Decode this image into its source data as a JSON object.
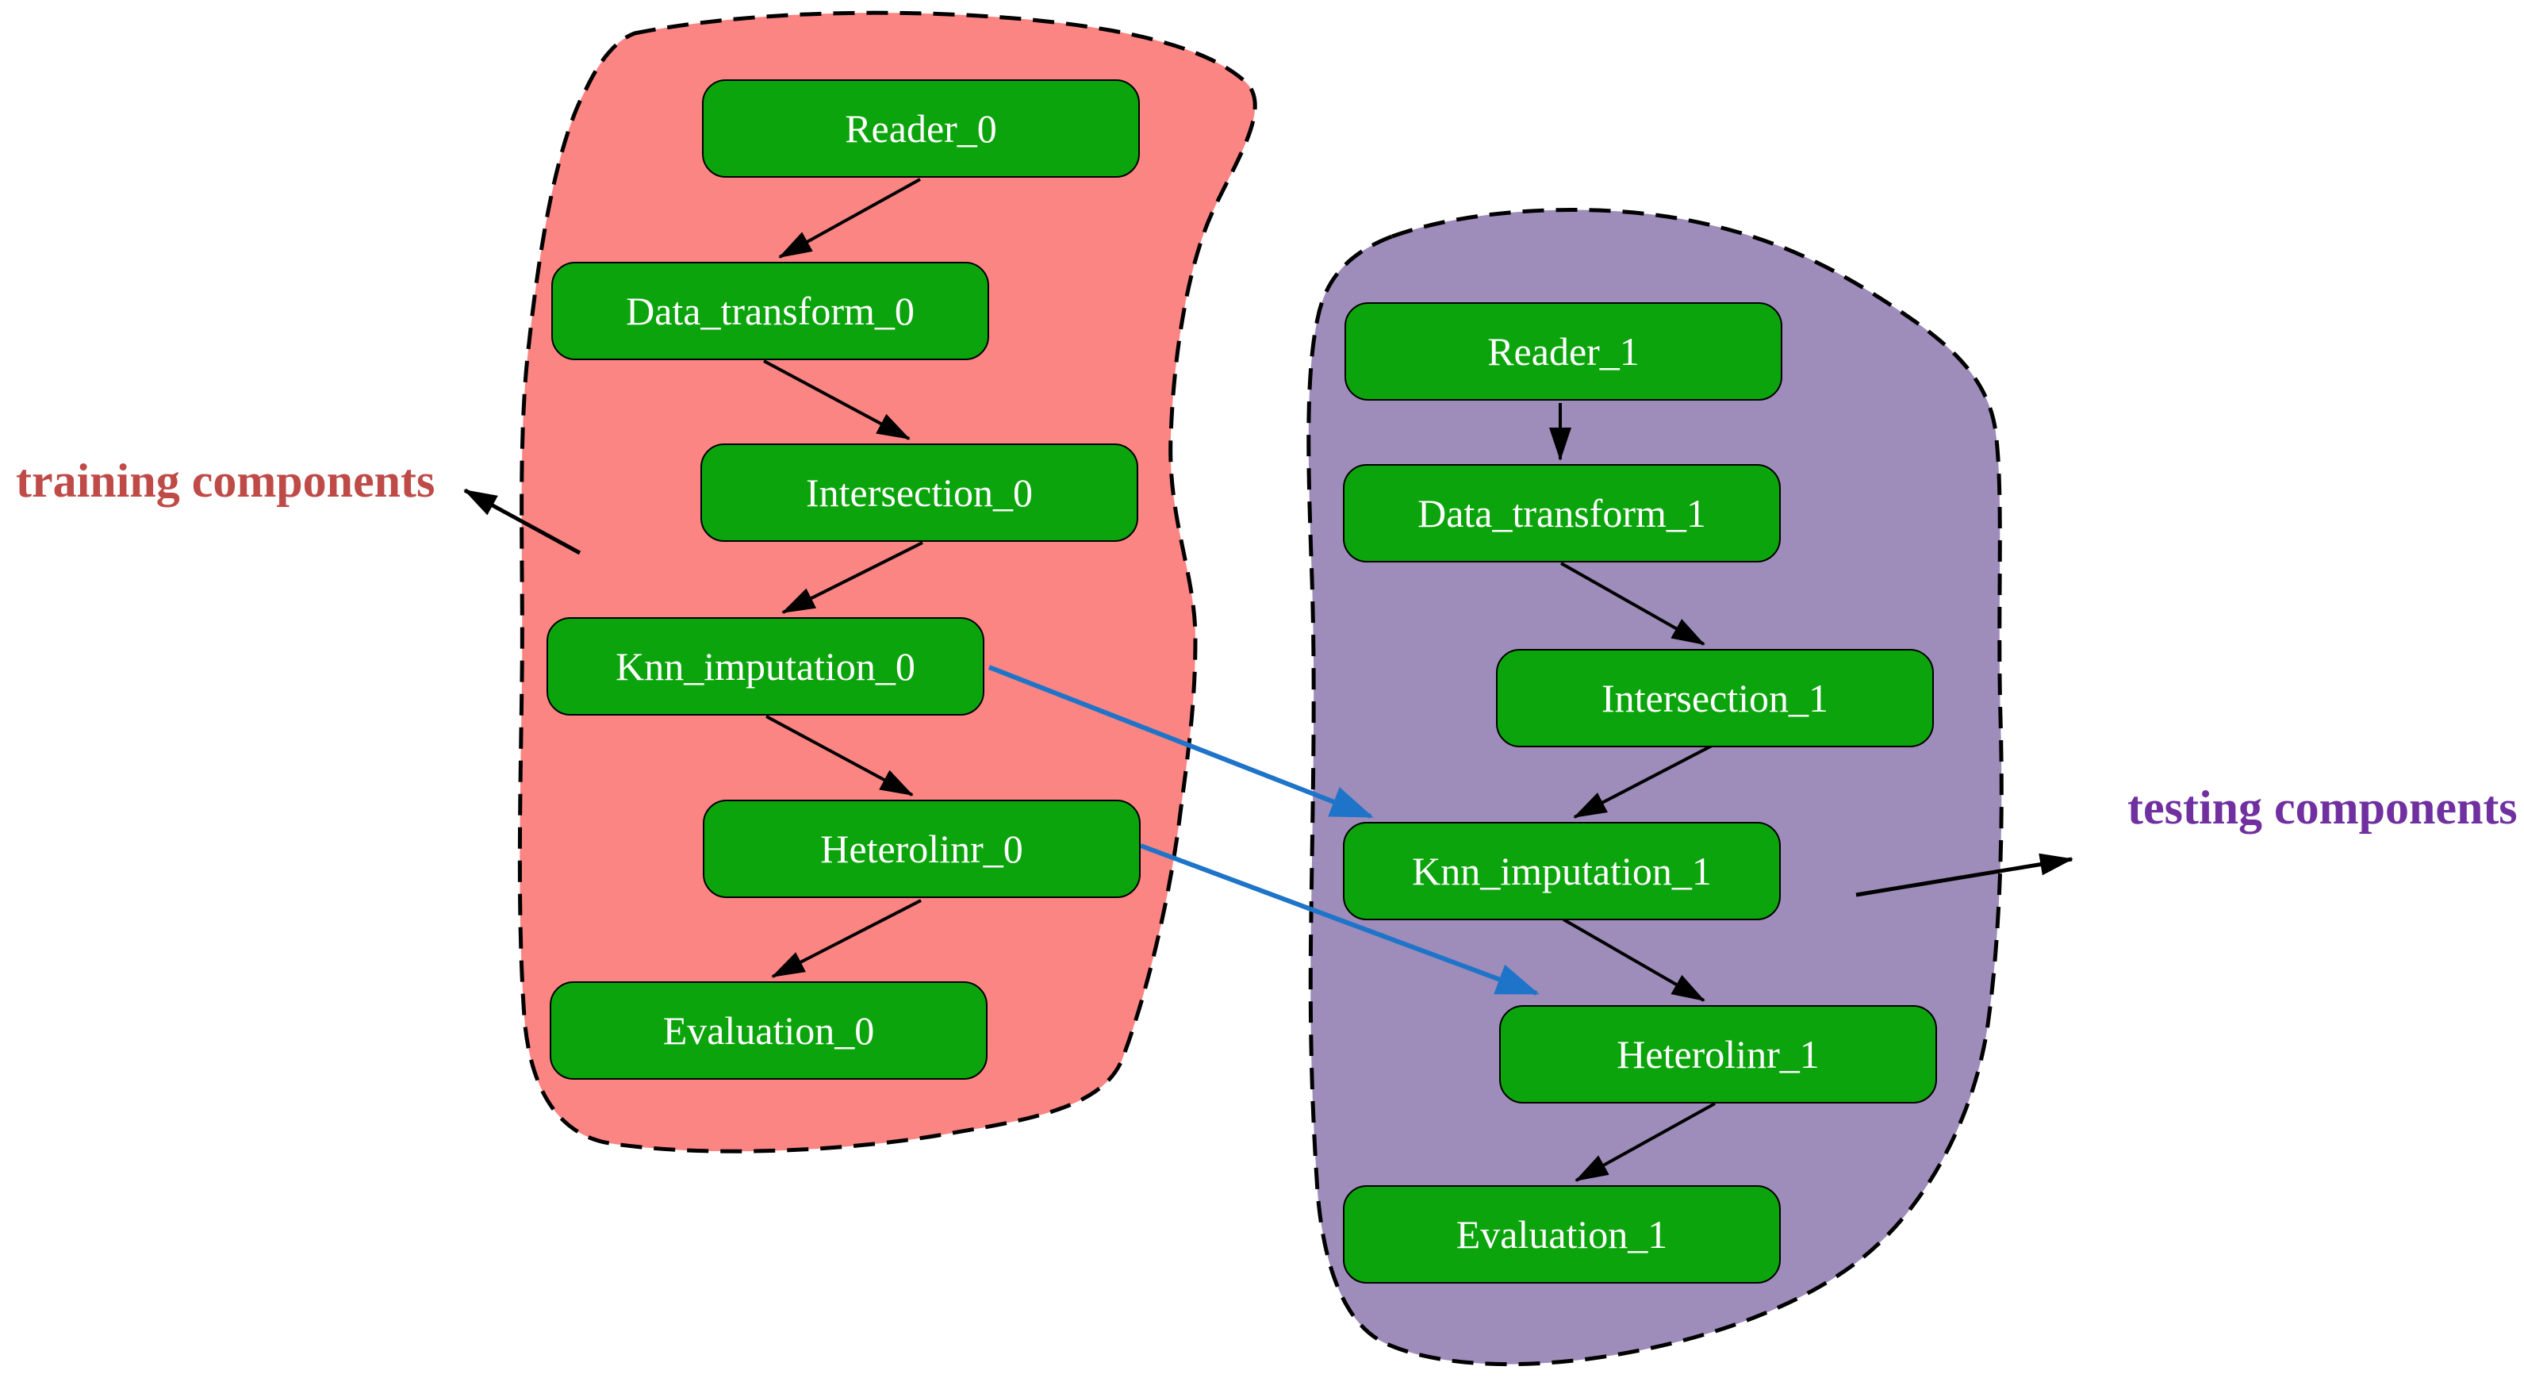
{
  "diagram": {
    "type": "flow-diagram",
    "groups": [
      {
        "id": "training",
        "label": "training components",
        "label_color": "#BE4B48",
        "region_fill": "#FB8583",
        "region_border": "dashed-black",
        "nodes": [
          {
            "id": "Reader_0",
            "label": "Reader_0"
          },
          {
            "id": "Data_transform_0",
            "label": "Data_transform_0"
          },
          {
            "id": "Intersection_0",
            "label": "Intersection_0"
          },
          {
            "id": "Knn_imputation_0",
            "label": "Knn_imputation_0"
          },
          {
            "id": "Heterolinr_0",
            "label": "Heterolinr_0"
          },
          {
            "id": "Evaluation_0",
            "label": "Evaluation_0"
          }
        ]
      },
      {
        "id": "testing",
        "label": "testing components",
        "label_color": "#7030A0",
        "region_fill": "#9E8CBA",
        "region_border": "dashed-black",
        "nodes": [
          {
            "id": "Reader_1",
            "label": "Reader_1"
          },
          {
            "id": "Data_transform_1",
            "label": "Data_transform_1"
          },
          {
            "id": "Intersection_1",
            "label": "Intersection_1"
          },
          {
            "id": "Knn_imputation_1",
            "label": "Knn_imputation_1"
          },
          {
            "id": "Heterolinr_1",
            "label": "Heterolinr_1"
          },
          {
            "id": "Evaluation_1",
            "label": "Evaluation_1"
          }
        ]
      }
    ],
    "edges": {
      "black_sequential": [
        [
          "Reader_0",
          "Data_transform_0"
        ],
        [
          "Data_transform_0",
          "Intersection_0"
        ],
        [
          "Intersection_0",
          "Knn_imputation_0"
        ],
        [
          "Knn_imputation_0",
          "Heterolinr_0"
        ],
        [
          "Heterolinr_0",
          "Evaluation_0"
        ],
        [
          "Reader_1",
          "Data_transform_1"
        ],
        [
          "Data_transform_1",
          "Intersection_1"
        ],
        [
          "Intersection_1",
          "Knn_imputation_1"
        ],
        [
          "Knn_imputation_1",
          "Heterolinr_1"
        ],
        [
          "Heterolinr_1",
          "Evaluation_1"
        ]
      ],
      "blue_cross_group": [
        [
          "Knn_imputation_0",
          "Knn_imputation_1"
        ],
        [
          "Heterolinr_0",
          "Heterolinr_1"
        ]
      ],
      "label_pointers": [
        {
          "from": "training-region",
          "to": "training components label"
        },
        {
          "from": "testing-region",
          "to": "testing components label"
        }
      ]
    },
    "colors": {
      "node_fill": "#0CA40C",
      "node_border": "#000000",
      "node_text": "#FFFFFF",
      "black_arrow": "#000000",
      "blue_arrow": "#1E74C8",
      "background": "#FFFFFF"
    }
  }
}
